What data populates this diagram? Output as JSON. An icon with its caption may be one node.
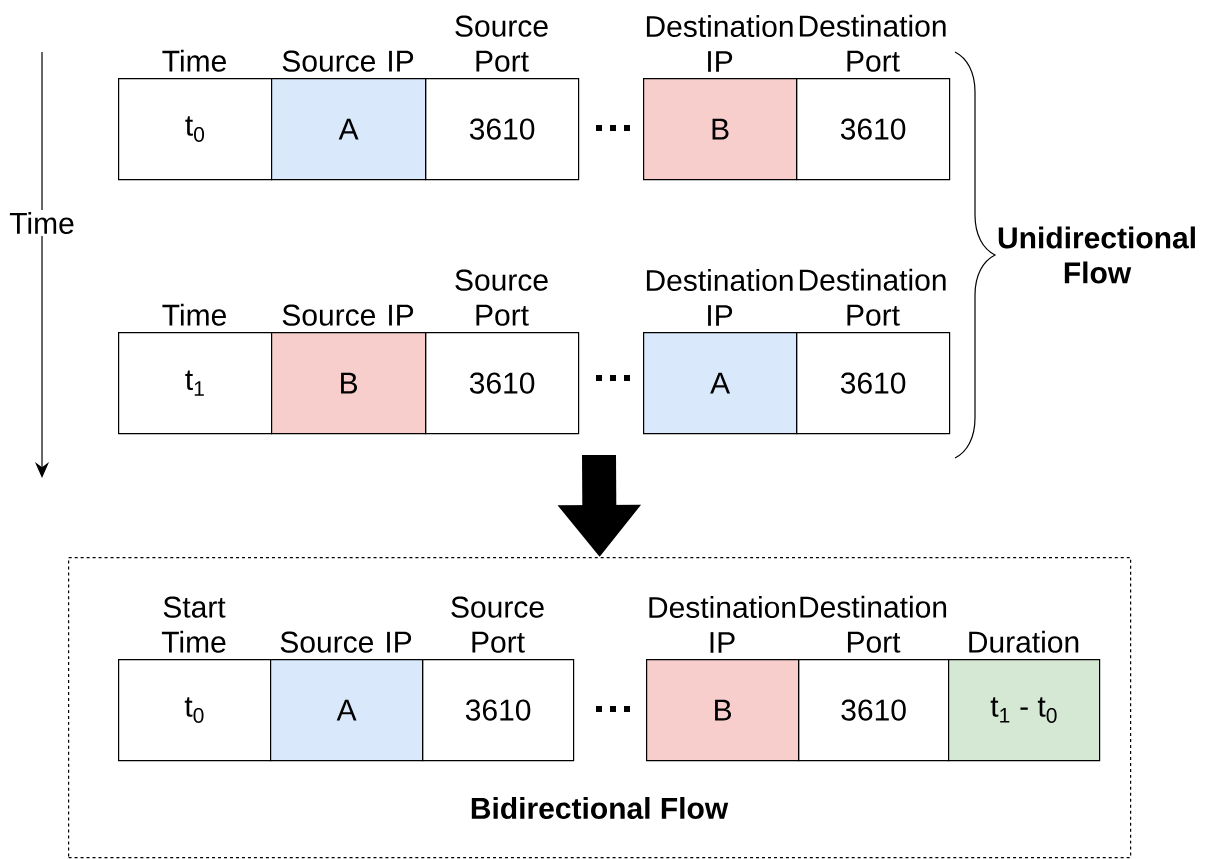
{
  "diagram": {
    "nodes": [
      {
        "text": [
          "Time",
          "t$_{0}$"
        ]
      },
      {
        "text": [
          "Source IP",
          "A"
        ]
      },
      {
        "text": [
          "Source Port",
          "3610"
        ]
      },
      {
        "text": [
          "Destination IP",
          "B"
        ]
      },
      {
        "text": [
          "Destination Port",
          "3610"
        ]
      },
      {
        "text": [
          "Time",
          "t$_{1}$"
        ]
      },
      {
        "text": [
          "Source IP",
          "B"
        ]
      },
      {
        "text": [
          "Source Port",
          "3610"
        ]
      },
      {
        "text": [
          "Destination IP",
          "A"
        ]
      },
      {
        "text": [
          "Destination Port",
          "3610"
        ]
      },
      {
        "text": [
          "Bidirectional Flow"
        ]
      },
      {
        "text": [
          "Start Time",
          "t$_{0}$"
        ],
        "in": 10
      },
      {
        "text": [
          "Source IP",
          "A"
        ],
        "in": 10
      },
      {
        "text": [
          "Source Port",
          "3610"
        ],
        "in": 10
      },
      {
        "text": [
          "Destination IP",
          "B"
        ],
        "in": 10
      },
      {
        "text": [
          "Destination Port",
          "3610"
        ],
        "in": 10
      },
      {
        "text": [
          "Duration",
          "t$_{1}$ - t$_{0}$"
        ],
        "in": 10
      }
    ],
    "edges": [
      {
        "from": null,
        "to": 10,
        "arrow": "to"
      }
    ],
    "labels": [
      "Time",
      "Unidirectional Flow"
    ]
  }
}
